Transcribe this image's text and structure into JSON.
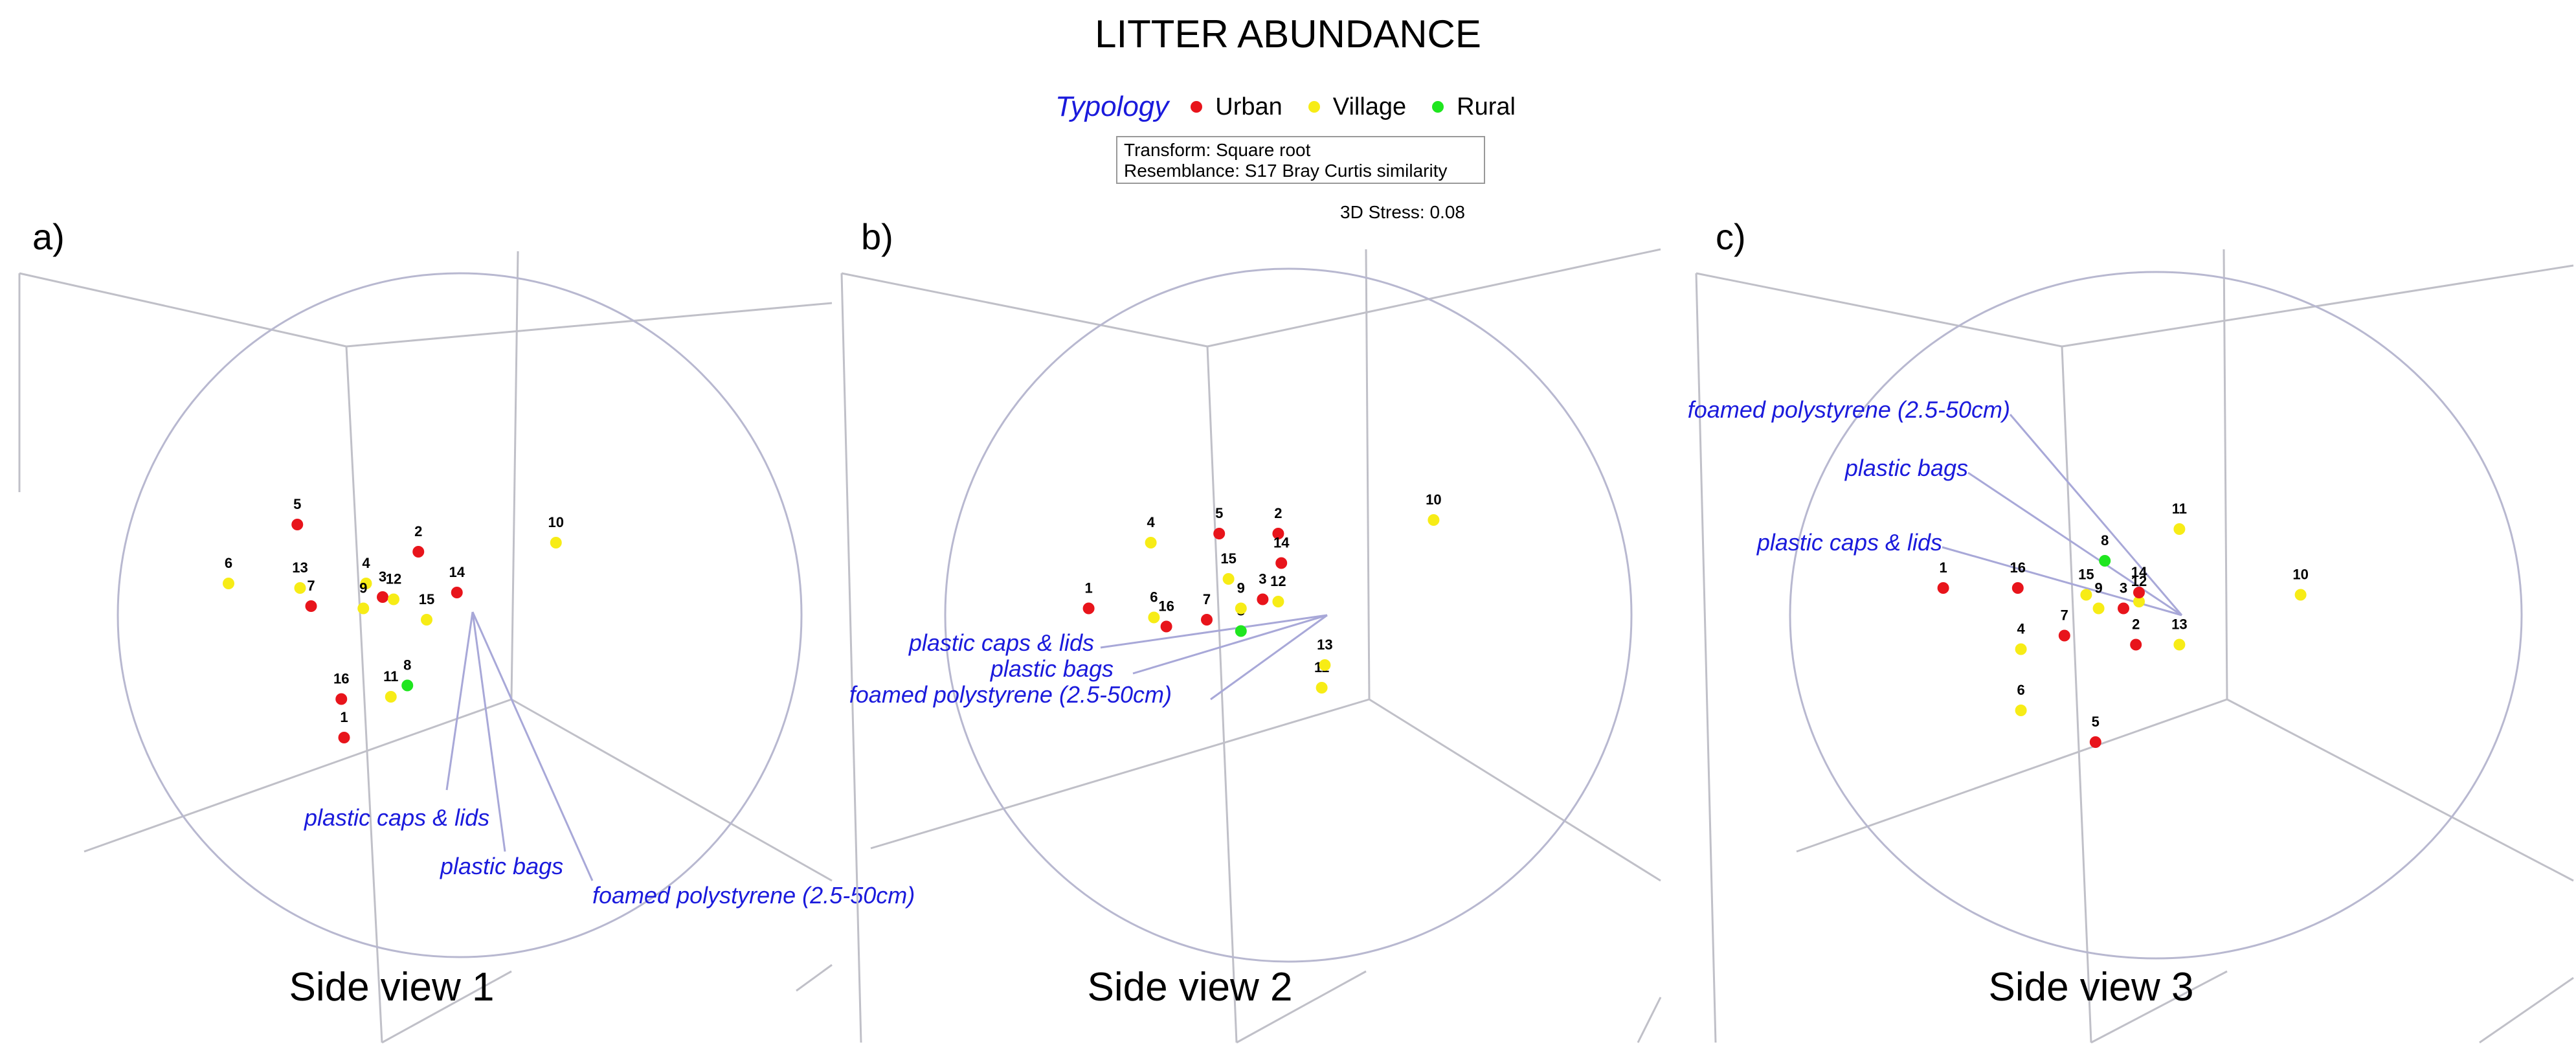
{
  "chart_data": {
    "type": "scatter",
    "title": "LITTER ABUNDANCE",
    "legend": {
      "title": "Typology",
      "placement": "top-center",
      "items": [
        {
          "label": "Urban",
          "color": "#e8141b"
        },
        {
          "label": "Village",
          "color": "#f7ec16"
        },
        {
          "label": "Rural",
          "color": "#1fe61f"
        }
      ]
    },
    "info": {
      "transform": "Transform: Square root",
      "resemblance": "Resemblance: S17 Bray Curtis similarity",
      "stress": "3D Stress: 0.08"
    },
    "grid": false,
    "panels": [
      {
        "panel_label": "a)",
        "view_label": "Side view 1",
        "points": [
          {
            "label": "1",
            "typology": "Urban",
            "x": 0.39,
            "y": 0.23
          },
          {
            "label": "2",
            "typology": "Urban",
            "x": 0.525,
            "y": 0.64
          },
          {
            "label": "3",
            "typology": "Urban",
            "x": 0.46,
            "y": 0.54
          },
          {
            "label": "4",
            "typology": "Village",
            "x": 0.43,
            "y": 0.57
          },
          {
            "label": "5",
            "typology": "Urban",
            "x": 0.305,
            "y": 0.7
          },
          {
            "label": "6",
            "typology": "Village",
            "x": 0.18,
            "y": 0.57
          },
          {
            "label": "7",
            "typology": "Urban",
            "x": 0.33,
            "y": 0.52
          },
          {
            "label": "8",
            "typology": "Rural",
            "x": 0.505,
            "y": 0.345
          },
          {
            "label": "9",
            "typology": "Village",
            "x": 0.425,
            "y": 0.515
          },
          {
            "label": "10",
            "typology": "Village",
            "x": 0.775,
            "y": 0.66
          },
          {
            "label": "11",
            "typology": "Village",
            "x": 0.475,
            "y": 0.32
          },
          {
            "label": "12",
            "typology": "Village",
            "x": 0.48,
            "y": 0.535
          },
          {
            "label": "13",
            "typology": "Village",
            "x": 0.31,
            "y": 0.56
          },
          {
            "label": "14",
            "typology": "Urban",
            "x": 0.595,
            "y": 0.55
          },
          {
            "label": "15",
            "typology": "Village",
            "x": 0.54,
            "y": 0.49
          },
          {
            "label": "16",
            "typology": "Urban",
            "x": 0.385,
            "y": 0.315
          }
        ],
        "vectors": [
          {
            "label": "plastic caps & lids"
          },
          {
            "label": "plastic bags"
          },
          {
            "label": "foamed polystyrene (2.5-50cm)"
          }
        ]
      },
      {
        "panel_label": "b)",
        "view_label": "Side view 2",
        "points": [
          {
            "label": "1",
            "typology": "Urban",
            "x": 0.21,
            "y": 0.515
          },
          {
            "label": "2",
            "typology": "Urban",
            "x": 0.515,
            "y": 0.68
          },
          {
            "label": "3",
            "typology": "Urban",
            "x": 0.49,
            "y": 0.535
          },
          {
            "label": "4",
            "typology": "Village",
            "x": 0.31,
            "y": 0.66
          },
          {
            "label": "5",
            "typology": "Urban",
            "x": 0.42,
            "y": 0.68
          },
          {
            "label": "6",
            "typology": "Village",
            "x": 0.315,
            "y": 0.495
          },
          {
            "label": "7",
            "typology": "Urban",
            "x": 0.4,
            "y": 0.49
          },
          {
            "label": "8",
            "typology": "Rural",
            "x": 0.455,
            "y": 0.465
          },
          {
            "label": "9",
            "typology": "Village",
            "x": 0.455,
            "y": 0.515
          },
          {
            "label": "10",
            "typology": "Village",
            "x": 0.765,
            "y": 0.71
          },
          {
            "label": "11",
            "typology": "Village",
            "x": 0.585,
            "y": 0.34
          },
          {
            "label": "12",
            "typology": "Village",
            "x": 0.515,
            "y": 0.53
          },
          {
            "label": "13",
            "typology": "Village",
            "x": 0.59,
            "y": 0.39
          },
          {
            "label": "14",
            "typology": "Urban",
            "x": 0.52,
            "y": 0.615
          },
          {
            "label": "15",
            "typology": "Village",
            "x": 0.435,
            "y": 0.58
          },
          {
            "label": "16",
            "typology": "Urban",
            "x": 0.335,
            "y": 0.475
          }
        ],
        "vectors": [
          {
            "label": "plastic caps & lids"
          },
          {
            "label": "plastic bags"
          },
          {
            "label": "foamed polystyrene (2.5-50cm)"
          }
        ]
      },
      {
        "panel_label": "c)",
        "view_label": "Side view 3",
        "points": [
          {
            "label": "1",
            "typology": "Urban",
            "x": 0.21,
            "y": 0.56
          },
          {
            "label": "2",
            "typology": "Urban",
            "x": 0.52,
            "y": 0.435
          },
          {
            "label": "3",
            "typology": "Urban",
            "x": 0.5,
            "y": 0.515
          },
          {
            "label": "4",
            "typology": "Village",
            "x": 0.335,
            "y": 0.425
          },
          {
            "label": "5",
            "typology": "Urban",
            "x": 0.455,
            "y": 0.22
          },
          {
            "label": "6",
            "typology": "Village",
            "x": 0.335,
            "y": 0.29
          },
          {
            "label": "7",
            "typology": "Urban",
            "x": 0.405,
            "y": 0.455
          },
          {
            "label": "8",
            "typology": "Rural",
            "x": 0.47,
            "y": 0.62
          },
          {
            "label": "9",
            "typology": "Village",
            "x": 0.46,
            "y": 0.515
          },
          {
            "label": "10",
            "typology": "Village",
            "x": 0.785,
            "y": 0.545
          },
          {
            "label": "11",
            "typology": "Village",
            "x": 0.59,
            "y": 0.69
          },
          {
            "label": "12",
            "typology": "Village",
            "x": 0.525,
            "y": 0.53
          },
          {
            "label": "13",
            "typology": "Village",
            "x": 0.59,
            "y": 0.435
          },
          {
            "label": "14",
            "typology": "Urban",
            "x": 0.525,
            "y": 0.55
          },
          {
            "label": "15",
            "typology": "Village",
            "x": 0.44,
            "y": 0.545
          },
          {
            "label": "16",
            "typology": "Urban",
            "x": 0.33,
            "y": 0.56
          }
        ],
        "vectors": [
          {
            "label": "foamed polystyrene (2.5-50cm)"
          },
          {
            "label": "plastic bags"
          },
          {
            "label": "plastic caps & lids"
          }
        ]
      }
    ]
  }
}
